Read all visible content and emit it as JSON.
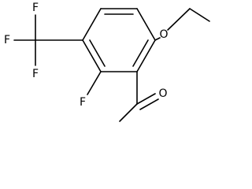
{
  "molecule": {
    "atoms": {
      "o_ethoxy": "O",
      "o_carbonyl": "O",
      "f_ring": "F",
      "f_cf3_1": "F",
      "f_cf3_2": "F",
      "f_cf3_3": "F"
    },
    "colors": {
      "bond": "#000000",
      "label": "#000000",
      "background": "#ffffff"
    }
  }
}
